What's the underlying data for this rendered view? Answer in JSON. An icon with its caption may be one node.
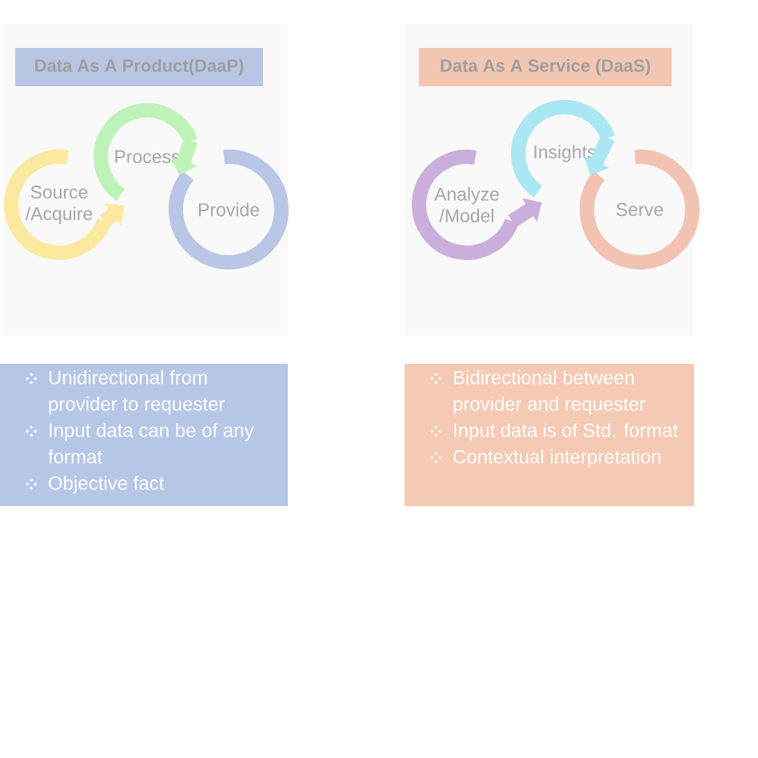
{
  "diagram": {
    "nodes": [
      {
        "text": [
          "Data As A Product(DaaP)"
        ]
      },
      {
        "text": [
          "Source /Acquire"
        ]
      },
      {
        "text": [
          "Process"
        ]
      },
      {
        "text": [
          "Provide"
        ]
      },
      {
        "text": [
          "Data As A Service (DaaS)"
        ]
      },
      {
        "text": [
          "Analyze /Model"
        ]
      },
      {
        "text": [
          "Insights"
        ]
      },
      {
        "text": [
          "Serve"
        ]
      },
      {
        "text": [
          "Unidirectional from provider to requester",
          "Input data can be of any format",
          "Objective fact"
        ]
      },
      {
        "text": [
          "Bidirectional between provider and requester",
          "Input data is of Std. format",
          "Contextual interpretation"
        ]
      }
    ],
    "edges": [
      {
        "from": 1,
        "to": 2,
        "arrow": "to"
      },
      {
        "from": 2,
        "to": 3,
        "arrow": "to"
      },
      {
        "from": 5,
        "to": 6,
        "arrow": "to"
      },
      {
        "from": 6,
        "to": 7,
        "arrow": "to"
      }
    ]
  }
}
